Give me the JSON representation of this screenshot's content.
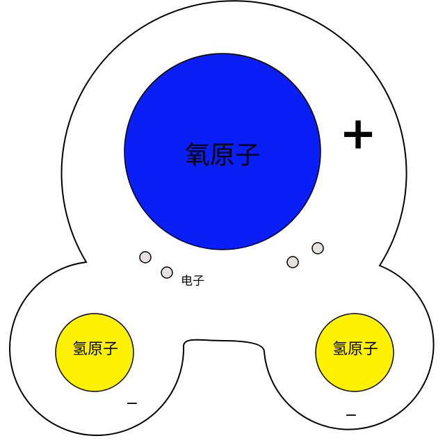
{
  "diagram": {
    "oxygen": {
      "label": "氧原子",
      "color": "#0a1ff5"
    },
    "hydrogen_left": {
      "label": "氢原子",
      "color": "#fff200"
    },
    "hydrogen_right": {
      "label": "氢原子",
      "color": "#fff200"
    },
    "electron_label": "电子",
    "positive_sign": "+",
    "negative_sign_left": "−",
    "negative_sign_right": "−",
    "electron_color": "#e6e0e0",
    "outline_color": "#000000"
  }
}
